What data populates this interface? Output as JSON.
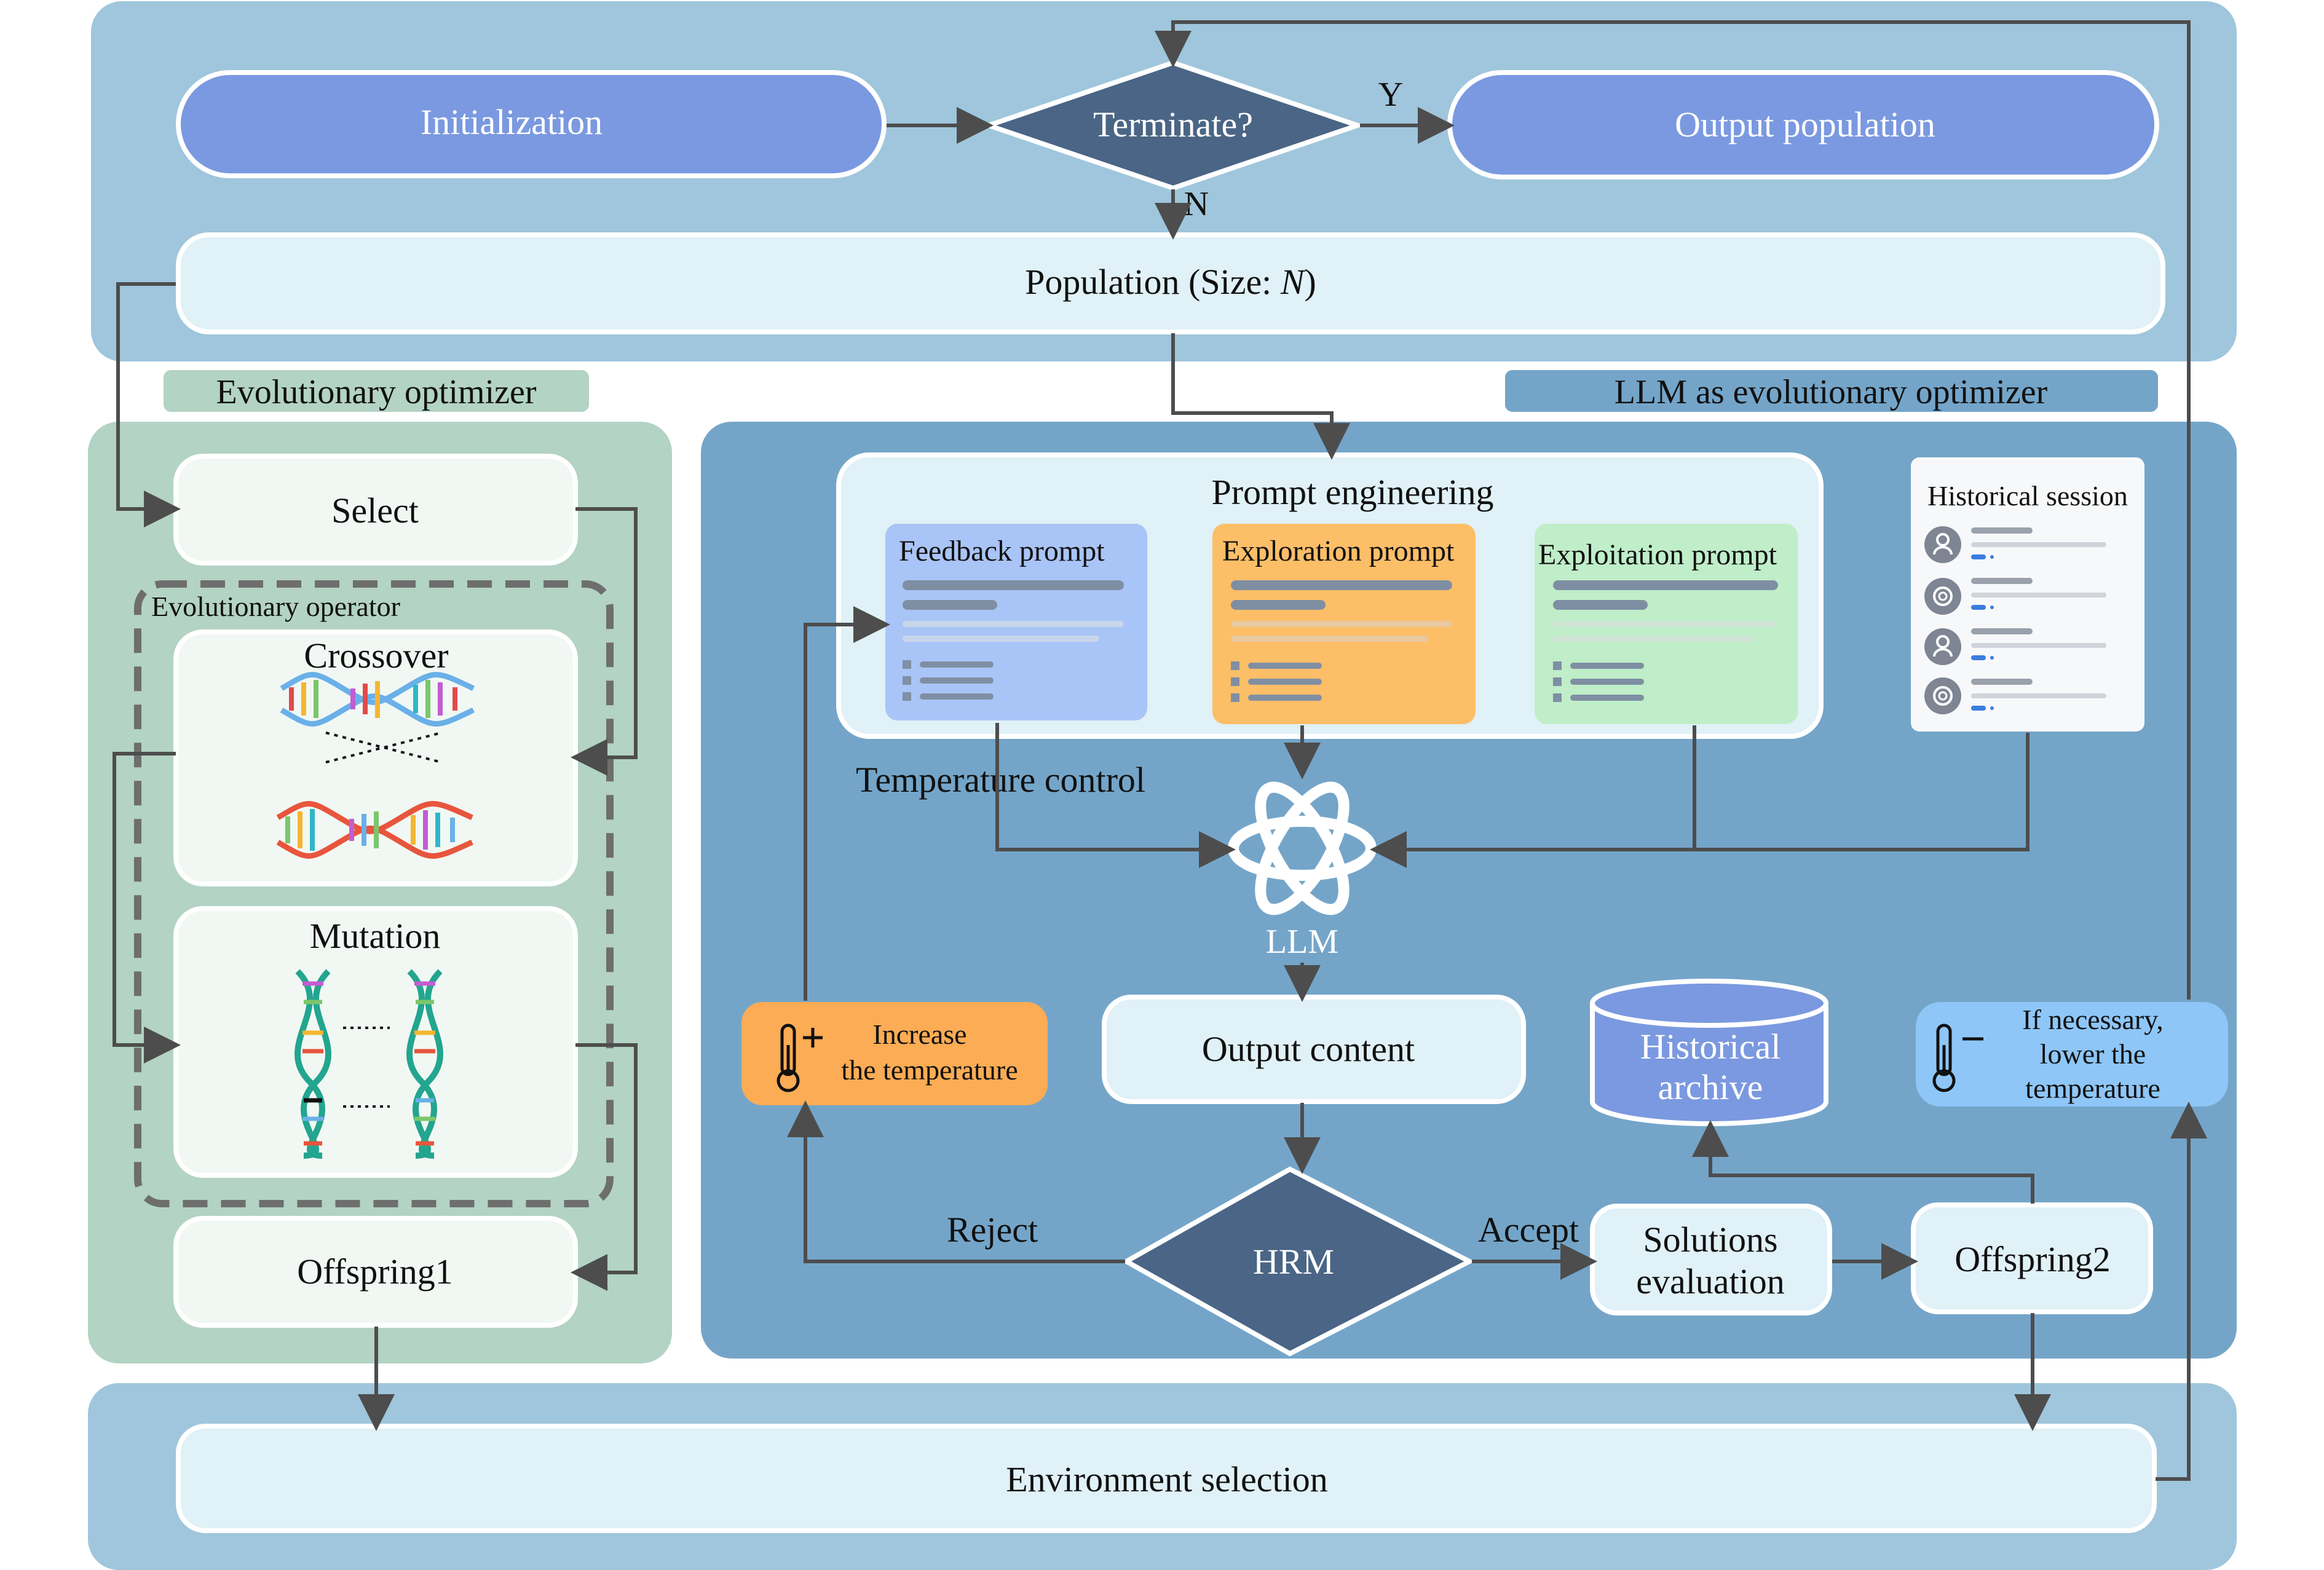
{
  "top": {
    "initialization": "Initialization",
    "terminate": "Terminate?",
    "yes": "Y",
    "no": "N",
    "output_population": "Output population",
    "population_prefix": "Population (Size: ",
    "population_var": "N",
    "population_suffix": ")"
  },
  "evo": {
    "title": "Evolutionary optimizer",
    "select": "Select",
    "operator_label": "Evolutionary operator",
    "crossover": "Crossover",
    "mutation": "Mutation",
    "offspring1": "Offspring1"
  },
  "llm": {
    "title": "LLM as evolutionary optimizer",
    "prompt_engineering": "Prompt engineering",
    "feedback_prompt": "Feedback prompt",
    "exploration_prompt": "Exploration prompt",
    "exploitation_prompt": "Exploitation prompt",
    "historical_session": "Historical session",
    "temperature_control": "Temperature control",
    "llm_label": "LLM",
    "output_content": "Output content",
    "increase_line1": "Increase",
    "increase_line2": "the temperature",
    "lower_line1": "If necessary,",
    "lower_line2": "lower the",
    "lower_line3": "temperature",
    "archive_line1": "Historical",
    "archive_line2": "archive",
    "hrm": "HRM",
    "reject": "Reject",
    "accept": "Accept",
    "eval_line1": "Solutions",
    "eval_line2": "evaluation",
    "offspring2": "Offspring2"
  },
  "bottom": {
    "environment_selection": "Environment selection"
  },
  "colors": {
    "top_bg": "#9fc6dc",
    "evo_bg": "#b3d3c4",
    "llm_bg": "#74a5c9",
    "pill_blue": "#7b99e0",
    "diamond": "#4a6585",
    "light_box": "#e0f1f7",
    "feedback": "#a9c4f6",
    "exploration": "#fdbe68",
    "exploitation": "#bfeec9",
    "increase": "#fbac55",
    "lower": "#8ec6f7",
    "arrow": "#4d4d4d"
  }
}
